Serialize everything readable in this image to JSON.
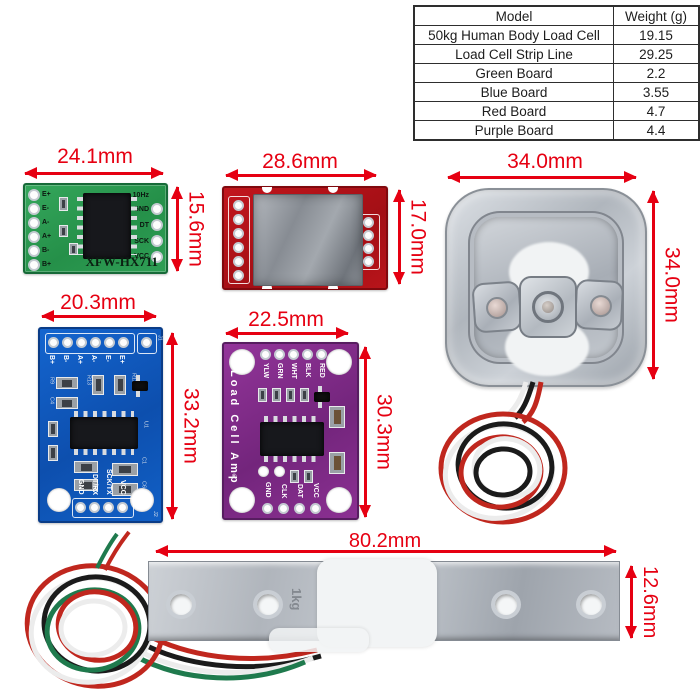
{
  "table": {
    "headers": [
      "Model",
      "Weight (g)"
    ],
    "rows": [
      [
        "50kg Human Body Load Cell",
        "19.15"
      ],
      [
        "Load Cell Strip Line",
        "29.25"
      ],
      [
        "Green Board",
        "2.2"
      ],
      [
        "Blue Board",
        "3.55"
      ],
      [
        "Red Board",
        "4.7"
      ],
      [
        "Purple Board",
        "4.4"
      ]
    ]
  },
  "dimensions": {
    "green_board": {
      "width": "24.1mm",
      "height": "15.6mm"
    },
    "red_board": {
      "width": "28.6mm",
      "height": "17.0mm"
    },
    "square_cell": {
      "width": "34.0mm",
      "height": "34.0mm"
    },
    "blue_board": {
      "width": "20.3mm",
      "height": "33.2mm"
    },
    "purple_board": {
      "width": "22.5mm",
      "height": "30.3mm"
    },
    "strip_cell": {
      "width": "80.2mm",
      "height": "12.6mm"
    }
  },
  "green_board": {
    "left_pins": [
      "E+",
      "E-",
      "A-",
      "A+",
      "B-",
      "B+"
    ],
    "right_pins": [
      "10Hz",
      "GND",
      "DT",
      "SCK",
      "VCC"
    ],
    "silkscreen": "XFW-HX711"
  },
  "blue_board": {
    "top_pins": [
      "B+",
      "B-",
      "A+",
      "A-",
      "E-",
      "E+"
    ],
    "bottom_pins": [
      "GND",
      "DT/RX",
      "SCK/TX",
      "VCC"
    ],
    "connectors": [
      "J1",
      "J2"
    ],
    "smd_refs": [
      "R9",
      "C4",
      "R13",
      "R12",
      "C1",
      "C6",
      "U1"
    ]
  },
  "purple_board": {
    "side_text": "Load Cell Amp",
    "reg_mark": "®",
    "top_pins": [
      "YLW",
      "GRN",
      "WHT",
      "BLK",
      "RED"
    ],
    "bottom_pins": [
      "GND",
      "CLK",
      "DAT",
      "VCC"
    ]
  },
  "strip_cell": {
    "marking": "1kg"
  },
  "colors": {
    "dimension_red": "#e60012",
    "green_pcb": "#2f9e55",
    "red_pcb": "#b5121b",
    "blue_pcb": "#1160c6",
    "purple_pcb": "#8b3092",
    "metal": "#b9bec6",
    "table_border": "#2e2e2e"
  }
}
